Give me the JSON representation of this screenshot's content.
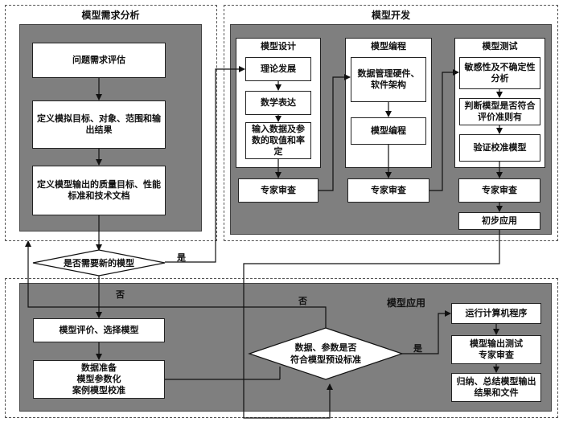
{
  "requirements": {
    "title": "模型需求分析",
    "box1": "问题需求评估",
    "box2": "定义模拟目标、对象、范围和输出结果",
    "box3": "定义模型输出的质量目标、性能标准和技术文档"
  },
  "development": {
    "title": "模型开发",
    "design": {
      "title": "模型设计",
      "items": [
        "理论发展",
        "数学表达",
        "输入数据及参数的取值和率定"
      ]
    },
    "programming": {
      "title": "模型编程",
      "items": [
        "数据管理硬件、软件架构",
        "模型编程"
      ]
    },
    "testing": {
      "title": "模型测试",
      "items": [
        "敏感性及不确定性分析",
        "判断模型是否符合评价准则有",
        "验证校准模型"
      ]
    },
    "expert_review": "专家审查",
    "initial_application": "初步应用"
  },
  "decision_new_model": "是否需要新的模型",
  "yes": "是",
  "no": "否",
  "application": {
    "title": "模型应用",
    "evaluate": "模型评价、选择模型",
    "prepare": "数据准备\n模型参数化\n案例模型校准",
    "decision": "数据、参数是否\n符合模型预设标准",
    "run": "运行计算机程序",
    "output_review": "模型输出测试\n专家审查",
    "summarize": "归纳、总结模型输出结果和文件"
  }
}
